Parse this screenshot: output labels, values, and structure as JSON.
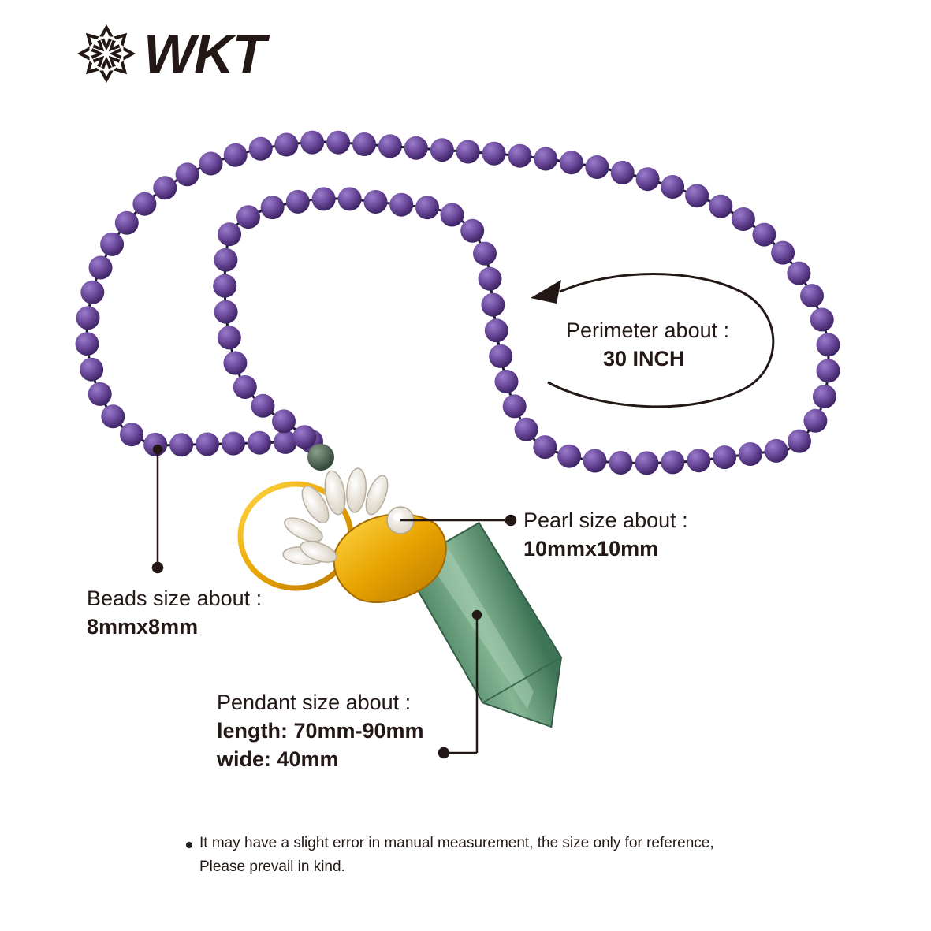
{
  "brand": {
    "name": "WKT",
    "icon": "snowflake-logo-icon"
  },
  "colors": {
    "amethyst": "#6c4a9c",
    "amethyst_dark": "#3f2566",
    "gold": "#f2b300",
    "fluorite": "#6fa07d",
    "pearl": "#f1ece2",
    "text": "#231815"
  },
  "annotations": {
    "perimeter": {
      "label": "Perimeter about :",
      "value": "30 INCH"
    },
    "pearl": {
      "label": "Pearl size about :",
      "value": "10mmx10mm"
    },
    "beads": {
      "label": "Beads size about :",
      "value": "8mmx8mm"
    },
    "pendant": {
      "label": "Pendant size about :",
      "length": "length: 70mm-90mm",
      "width": "wide: 40mm"
    }
  },
  "note": {
    "line1": "It may have a slight error in manual measurement, the size only for reference,",
    "line2": "Please prevail in kind."
  }
}
